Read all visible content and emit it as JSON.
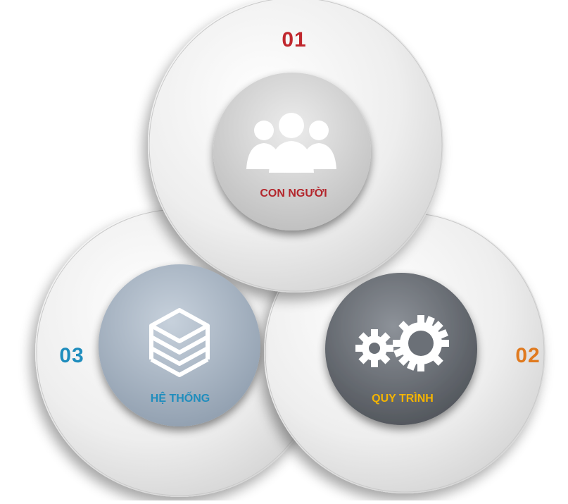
{
  "items": [
    {
      "number": "01",
      "label": "CON NGƯỜI",
      "icon": "people-icon",
      "color": "#c0272d"
    },
    {
      "number": "02",
      "label": "QUY TRÌNH",
      "icon": "gears-icon",
      "color": "#e07a1f",
      "label_color": "#f5b400"
    },
    {
      "number": "03",
      "label": "HỆ THỐNG",
      "icon": "layers-icon",
      "color": "#1f8dbd"
    }
  ],
  "colors": {
    "ring_light": "#f6f6f6",
    "ring_mid": "#e2e2e2",
    "ring_shadow": "#cfcfcf",
    "center_triangle": "#c4ccd6",
    "hub_people": "#d9d9d9",
    "hub_gears": "#6b7077",
    "hub_layers": "#a9b6c4"
  }
}
